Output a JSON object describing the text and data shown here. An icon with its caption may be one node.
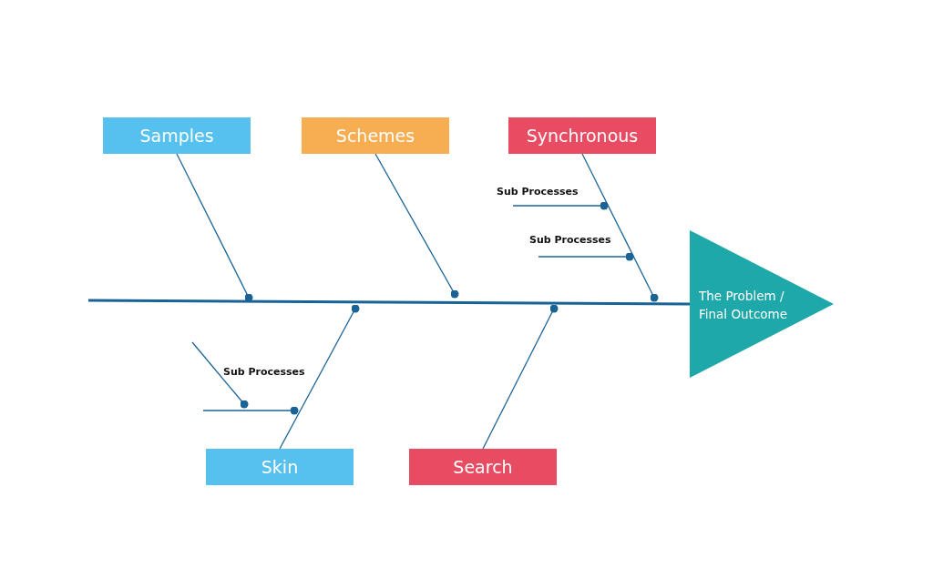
{
  "diagram": {
    "nodes": [
      {
        "text": [
          "Samples"
        ]
      },
      {
        "text": [
          "Schemes"
        ]
      },
      {
        "text": [
          "Synchronous"
        ]
      },
      {
        "text": [
          "Skin"
        ]
      },
      {
        "text": [
          "Search"
        ]
      },
      {
        "text": [
          "The Problem / Final Outcome"
        ]
      }
    ],
    "edges": [
      {
        "from": null,
        "to": 5,
        "arrow": "none",
        "style": "thick"
      },
      {
        "from": 0,
        "to": null,
        "arrow": "other"
      },
      {
        "from": 1,
        "to": null,
        "arrow": "other"
      },
      {
        "from": 2,
        "to": null,
        "arrow": "other"
      },
      {
        "from": 3,
        "to": null,
        "arrow": "other"
      },
      {
        "from": 4,
        "to": null,
        "arrow": "other"
      }
    ],
    "labels": [
      "Sub Processes",
      "Sub Processes",
      "Sub Processes"
    ]
  }
}
